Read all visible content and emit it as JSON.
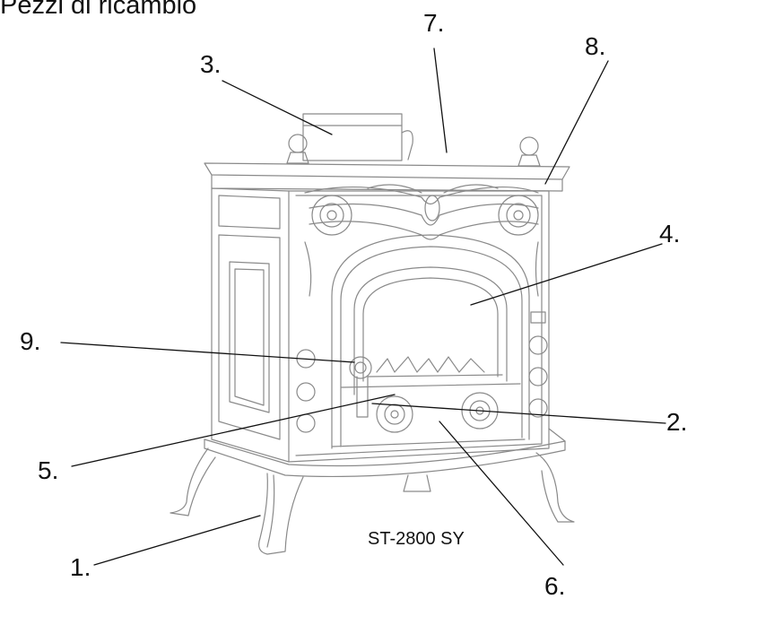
{
  "title": "Pezzi di ricambio",
  "model": "ST-2800 SY",
  "callouts": {
    "c1": "1.",
    "c2": "2.",
    "c3": "3.",
    "c4": "4.",
    "c5": "5.",
    "c6": "6.",
    "c7": "7.",
    "c8": "8.",
    "c9": "9."
  }
}
